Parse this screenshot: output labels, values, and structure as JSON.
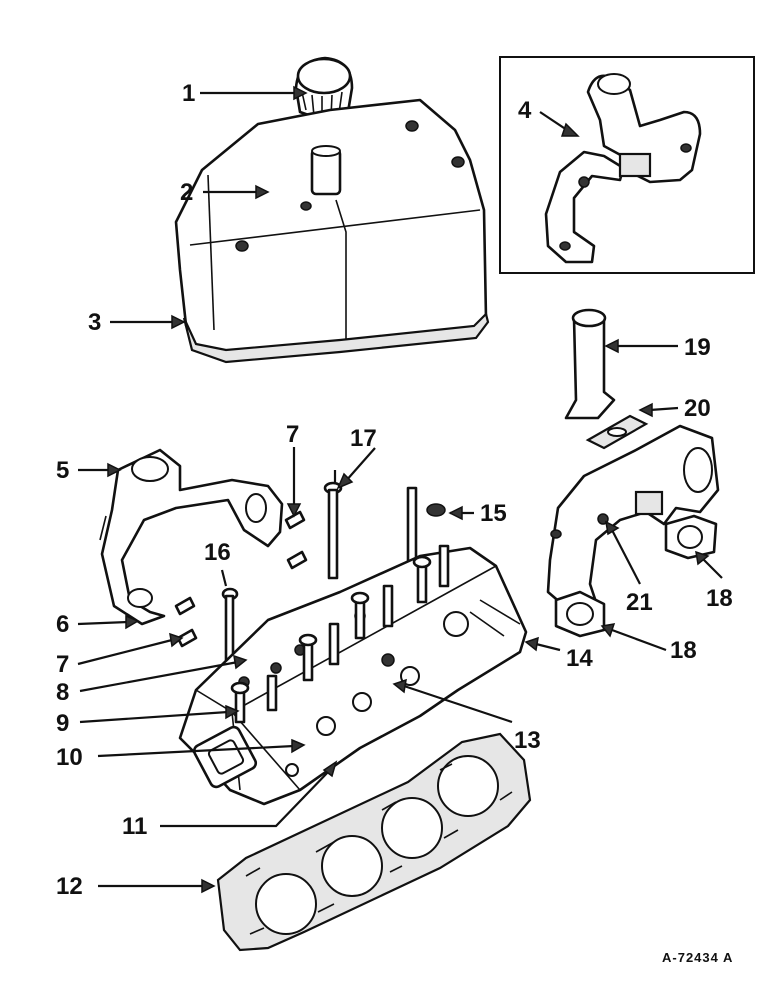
{
  "figure_ref": "A-72434 A",
  "callouts": [
    {
      "id": "1",
      "label": "1"
    },
    {
      "id": "2",
      "label": "2"
    },
    {
      "id": "3",
      "label": "3"
    },
    {
      "id": "4",
      "label": "4"
    },
    {
      "id": "5",
      "label": "5"
    },
    {
      "id": "6",
      "label": "6"
    },
    {
      "id": "7a",
      "label": "7"
    },
    {
      "id": "7b",
      "label": "7"
    },
    {
      "id": "8",
      "label": "8"
    },
    {
      "id": "9",
      "label": "9"
    },
    {
      "id": "10",
      "label": "10"
    },
    {
      "id": "11",
      "label": "11"
    },
    {
      "id": "12",
      "label": "12"
    },
    {
      "id": "13",
      "label": "13"
    },
    {
      "id": "14",
      "label": "14"
    },
    {
      "id": "15",
      "label": "15"
    },
    {
      "id": "16",
      "label": "16"
    },
    {
      "id": "17",
      "label": "17"
    },
    {
      "id": "18a",
      "label": "18"
    },
    {
      "id": "18b",
      "label": "18"
    },
    {
      "id": "19",
      "label": "19"
    },
    {
      "id": "20",
      "label": "20"
    },
    {
      "id": "21",
      "label": "21"
    }
  ]
}
